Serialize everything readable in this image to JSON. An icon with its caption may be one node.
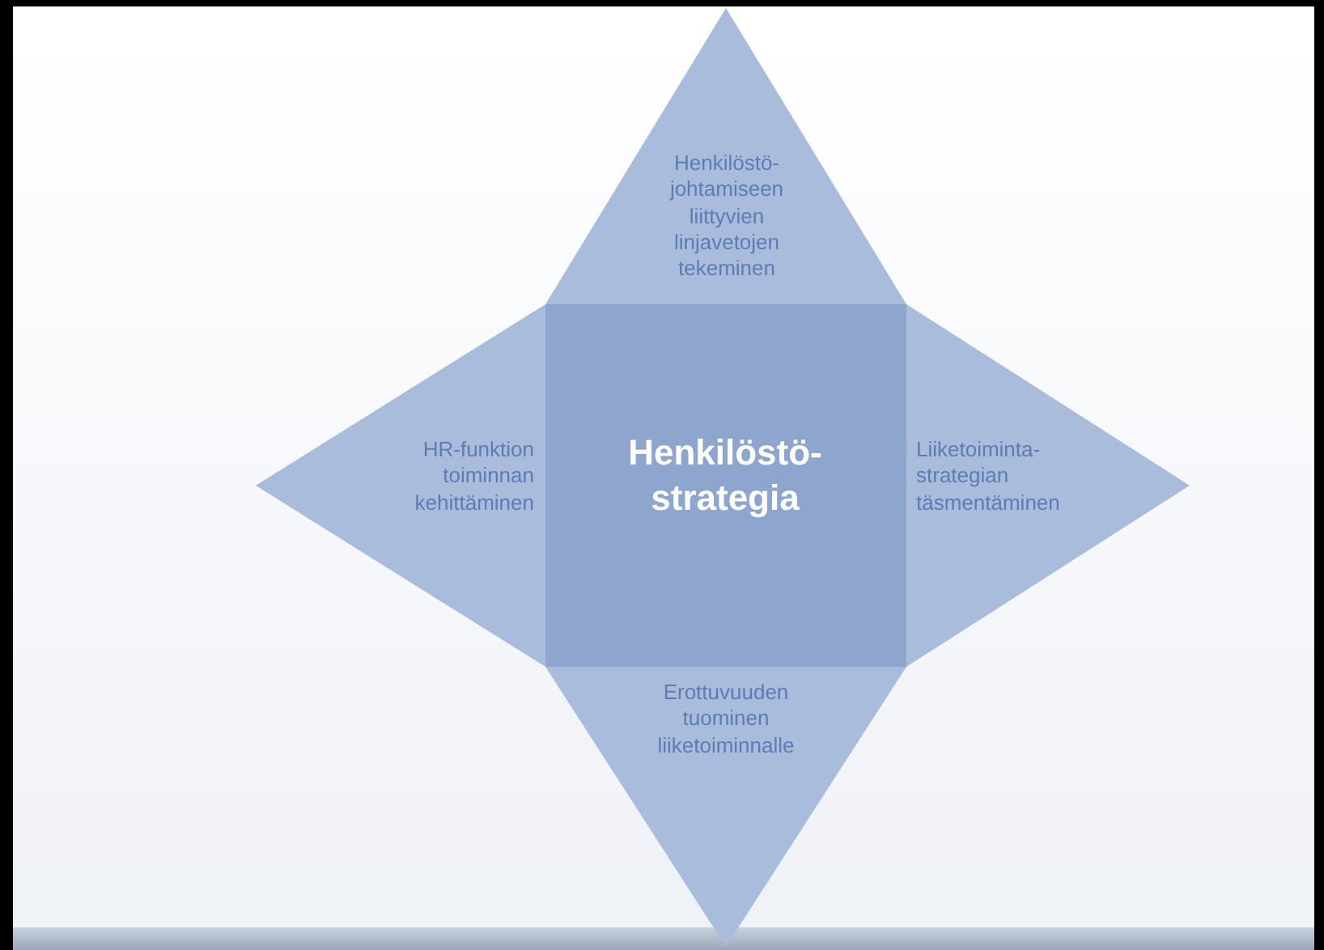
{
  "diagram": {
    "nodes": [
      {
        "text": [
          "Henkilöstö- johtamiseen liittyvien linjavetojen tekeminen"
        ]
      },
      {
        "text": [
          "HR-funktion toiminnan kehittäminen"
        ]
      },
      {
        "text": [
          "Henkilöstö- strategia"
        ]
      },
      {
        "text": [
          "Liiketoiminta- strategian täsmentäminen"
        ]
      },
      {
        "text": [
          "Erottuvuuden tuominen liiketoiminnalle"
        ]
      }
    ]
  }
}
